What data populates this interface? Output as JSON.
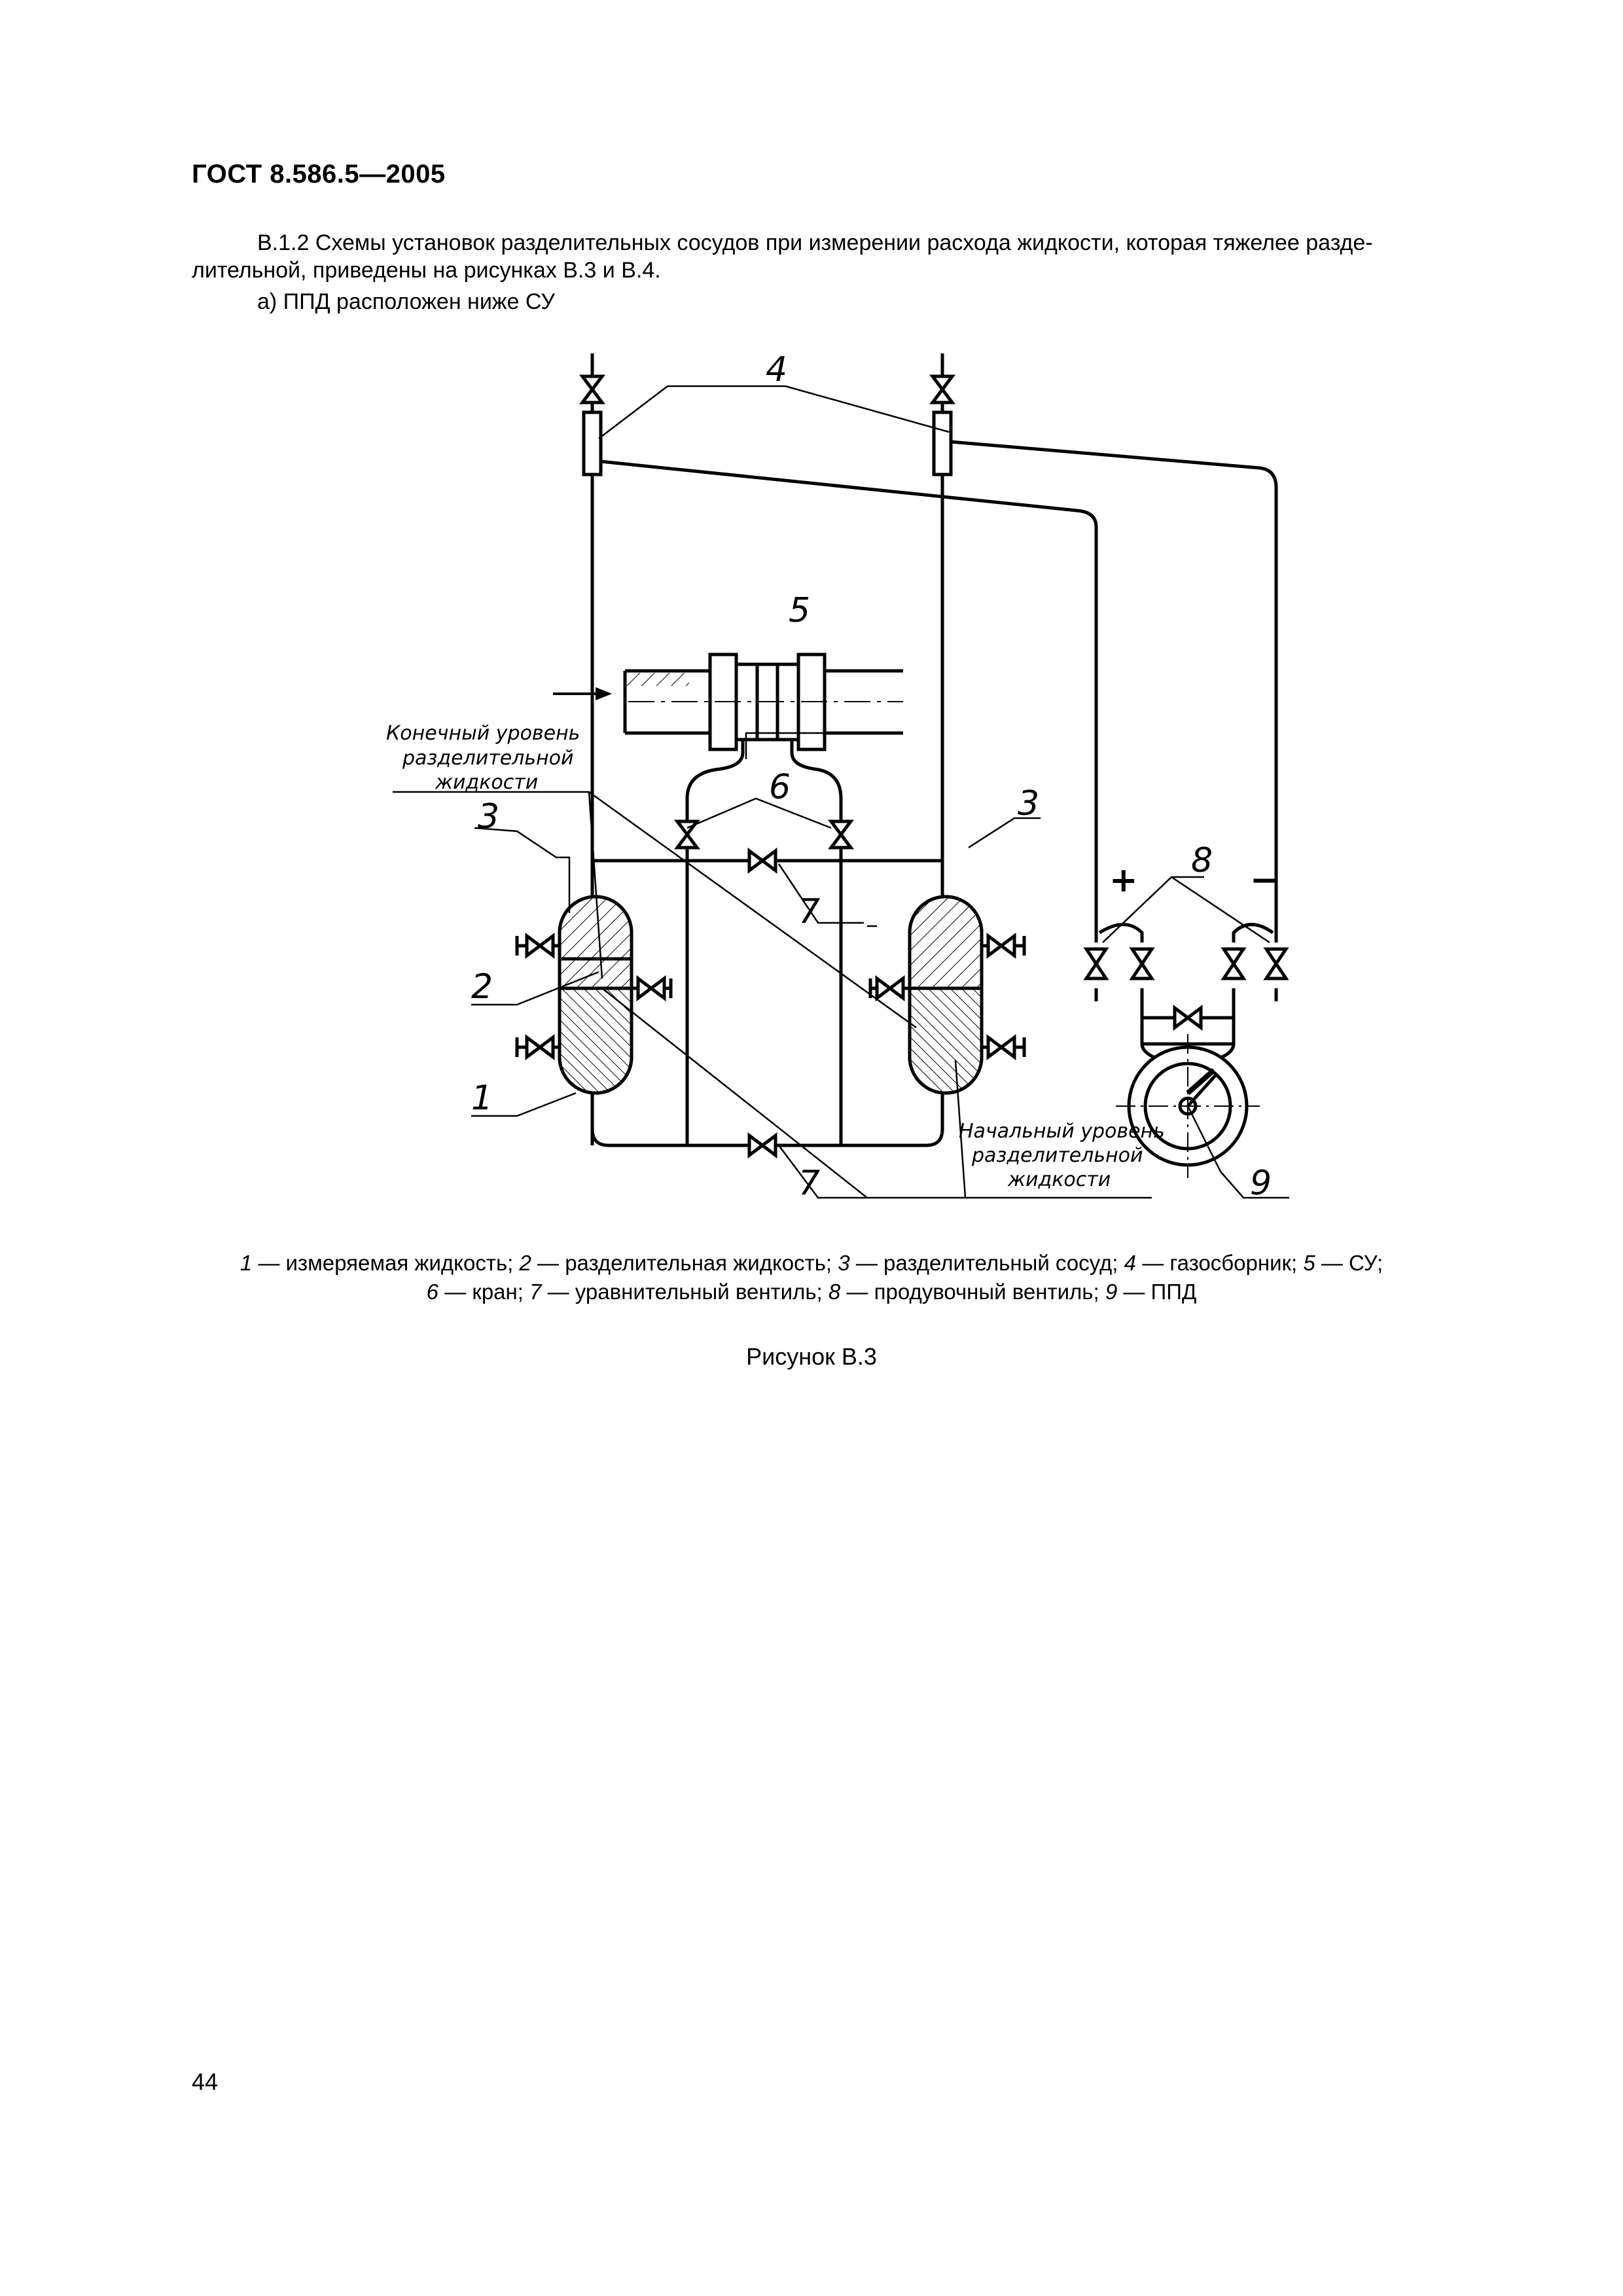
{
  "header": {
    "doc_id": "ГОСТ 8.586.5—2005"
  },
  "body": {
    "paragraph_line1": "В.1.2 Схемы установок разделительных сосудов при измерении расхода жидкости, которая тяжелее разде-",
    "paragraph_line2": "лительной, приведены на рисунках В.3 и В.4.",
    "subheading": "а) ППД расположен ниже СУ"
  },
  "figure": {
    "labels": {
      "n1": "1",
      "n2": "2",
      "n3a": "3",
      "n3b": "3",
      "n4": "4",
      "n5": "5",
      "n6": "6",
      "n7a": "7",
      "n7b": "7",
      "n8": "8",
      "n9": "9",
      "plus": "+",
      "minus": "−"
    },
    "final_level": [
      "Конечный уровень",
      "разделительной",
      "жидкости"
    ],
    "initial_level": [
      "Начальный уровень",
      "разделительной",
      "жидкости"
    ]
  },
  "legend": {
    "items": [
      {
        "num": "1",
        "text": "измеряемая жидкость;"
      },
      {
        "num": "2",
        "text": "разделительная жидкость;"
      },
      {
        "num": "3",
        "text": "разделительный сосуд;"
      },
      {
        "num": "4",
        "text": "газосборник;"
      },
      {
        "num": "5",
        "text": "СУ;"
      },
      {
        "num": "6",
        "text": "кран;"
      },
      {
        "num": "7",
        "text": "уравнительный вентиль;"
      },
      {
        "num": "8",
        "text": "продувочный вентиль;"
      },
      {
        "num": "9",
        "text": "ППД"
      }
    ],
    "dash": "—"
  },
  "caption": "Рисунок В.3",
  "page_number": "44"
}
